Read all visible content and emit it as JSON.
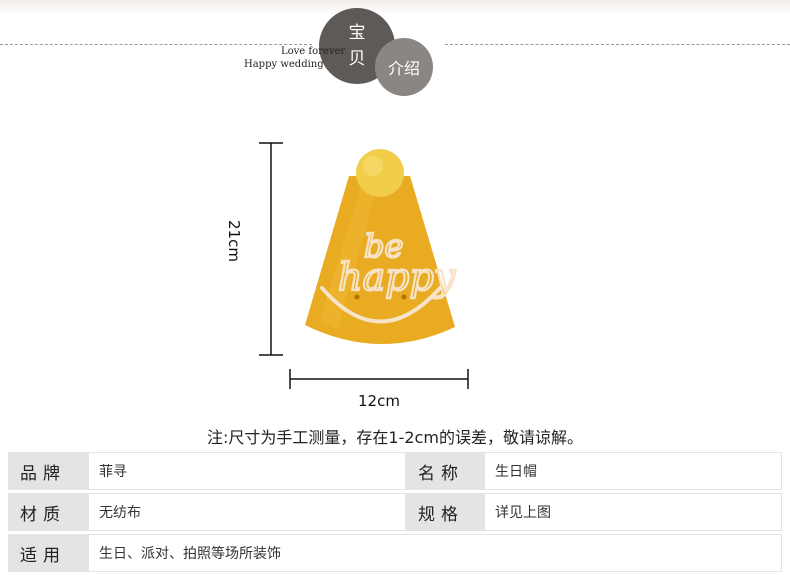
{
  "header": {
    "circle_main_chars": [
      "宝",
      "贝"
    ],
    "circle_sub": "介绍",
    "eng_line1": "Love forever",
    "eng_line2": "Happy wedding"
  },
  "product": {
    "hat_text_line1": "be",
    "hat_text_line2": "happy",
    "height_label": "21cm",
    "width_label": "12cm",
    "hat_color": "#e9ab21",
    "pompom_color": "#f2cd4a"
  },
  "note": "注:尺寸为手工测量，存在1-2cm的误差，敬请谅解。",
  "specs": [
    {
      "k1": "品牌",
      "v1": "菲寻",
      "k2": "名称",
      "v2": "生日帽"
    },
    {
      "k1": "材质",
      "v1": "无纺布",
      "k2": "规格",
      "v2": "详见上图"
    },
    {
      "k1": "适用",
      "v1": "生日、派对、拍照等场所装饰"
    }
  ]
}
